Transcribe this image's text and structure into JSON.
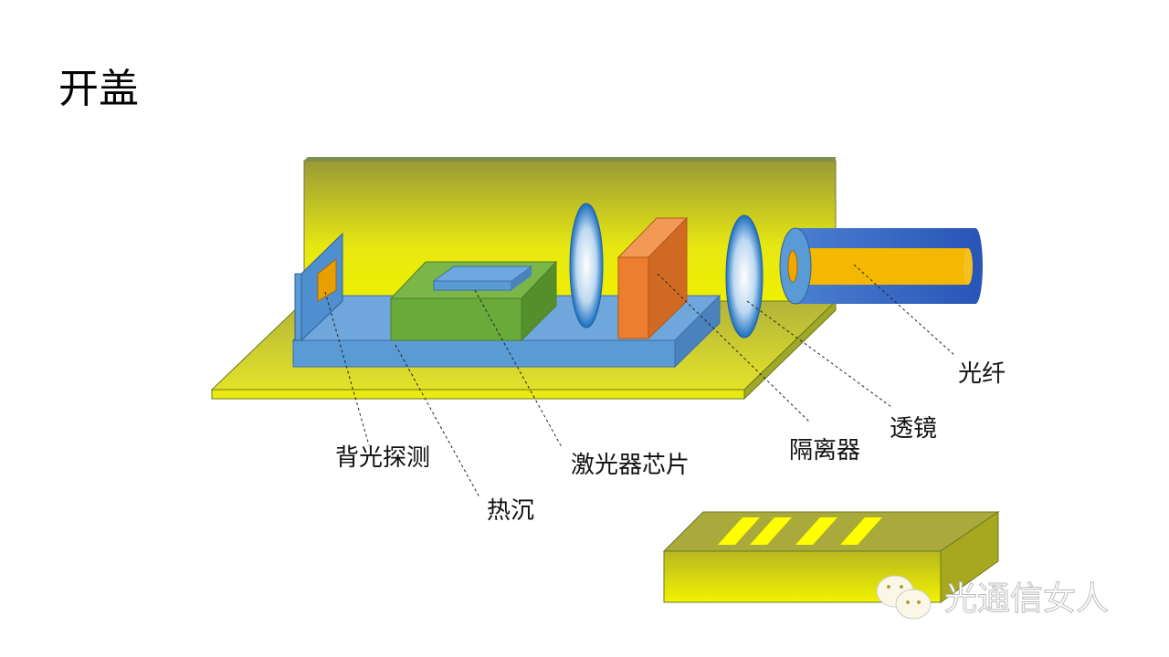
{
  "title": "开盖",
  "labels": {
    "back_detector": "背光探测",
    "heat_sink": "热沉",
    "laser_chip": "激光器芯片",
    "isolator": "隔离器",
    "lens": "透镜",
    "fiber": "光纤"
  },
  "watermark": "光通信女人",
  "colors": {
    "wall": "#9c9c2e",
    "base": "#e6e61a",
    "platform": "#5b9bd5",
    "heat_sink": "#6aaa3a",
    "isolator": "#ed7d31",
    "fiber_core": "#f5b800"
  }
}
